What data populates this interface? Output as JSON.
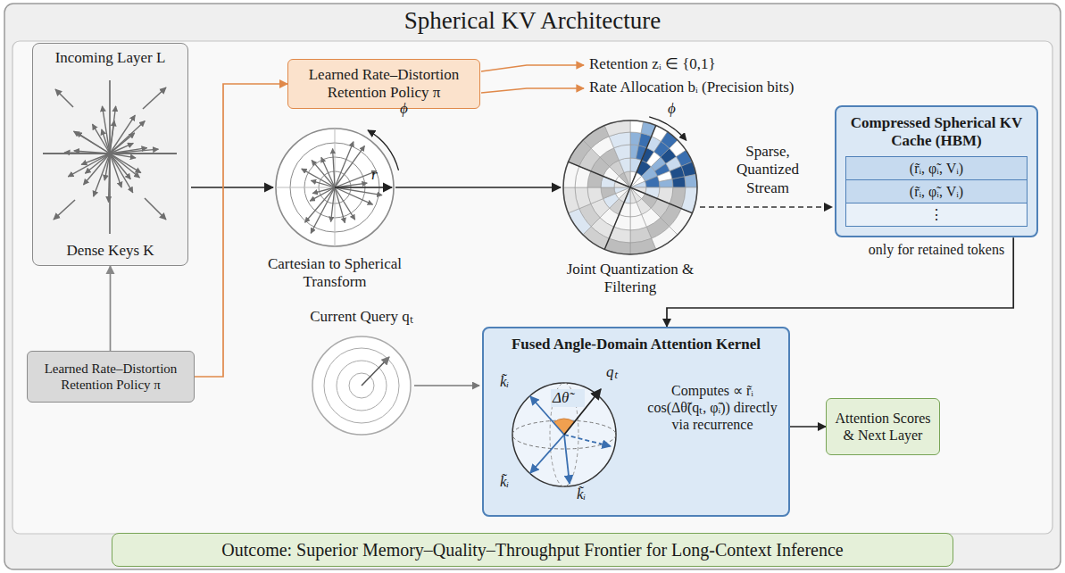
{
  "diagram": {
    "title": "Spherical KV Architecture",
    "nodes": [
      {
        "text": [
          "Incoming Layer L",
          "Dense Keys K"
        ]
      },
      {
        "text": [
          "Learned Rate–Distortion Retention Policy π"
        ]
      },
      {
        "text": [
          "Learned Rate–Distortion Retention Policy π"
        ]
      },
      {
        "text": [
          "Compressed Spherical KV Cache (HBM)",
          "(r̃ᵢ, φ̃ᵢ, Vᵢ)",
          "(r̃ᵢ, φ̃ᵢ, Vᵢ)",
          "⋮",
          "only for retained tokens"
        ]
      },
      {
        "text": [
          "Fused Angle-Domain Attention Kernel",
          "Computes ∝ r̃ᵢ cos(Δθ̃(qₜ, φ̃ᵢ)) directly via recurrence"
        ]
      },
      {
        "text": [
          "Attention Scores & Next Layer"
        ]
      },
      {
        "text": [
          "Outcome: Superior Memory–Quality–Throughput Frontier for Long-Context Inference"
        ]
      }
    ],
    "edges": [
      {
        "from": 2,
        "to": 0,
        "arrow": "to"
      },
      {
        "from": 2,
        "to": 1,
        "arrow": "to"
      },
      {
        "from": 3,
        "to": 4,
        "arrow": "to"
      },
      {
        "from": 4,
        "to": 5,
        "arrow": "to"
      }
    ],
    "labels": [
      "Retention zᵢ ∈ {0,1}",
      "Rate Allocation bᵢ (Precision bits)",
      "ϕ",
      "r",
      "Cartesian to Spherical Transform",
      "ϕ",
      "Joint Quantization & Filtering",
      "Sparse, Quantized Stream",
      "Current Query qₜ",
      "k̃ᵢ",
      "k̃ᵢ",
      "k̃ᵢ",
      "qₜ",
      "Δθ̃"
    ]
  }
}
